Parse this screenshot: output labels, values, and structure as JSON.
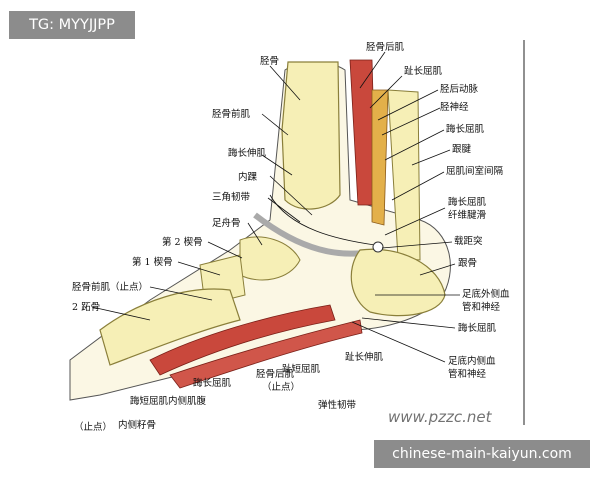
{
  "overlays": {
    "top_badge": "TG: MYYJJPP",
    "bottom_banner": "chinese-main-kaiyun.com",
    "watermark_site": "www.pzzc.net"
  },
  "labels": {
    "tibia": "胫骨",
    "tibialis_posterior": "胫骨后肌",
    "fdl": "趾长屈肌",
    "post_tibial_artery": "胫后动脉",
    "tibial_nerve": "胫神经",
    "fhl_upper": "踇长屈肌",
    "achilles": "跟腱",
    "septum": "屈肌间室间隔",
    "tibialis_anterior": "胫骨前肌",
    "ehl": "踇长伸肌",
    "medial_malleolus": "内踝",
    "deltoid": "三角韧带",
    "retinaculum_1": "踇长屈肌",
    "retinaculum_2": "纤维腱滑",
    "navicular": "足舟骨",
    "sustentaculum": "载距突",
    "cuneiform2": "第 2 楔骨",
    "cuneiform1": "第 1 楔骨",
    "calcaneus": "跟骨",
    "ta_insertion": "胫骨前肌（止点）",
    "lat_plantar_1": "足底外侧血",
    "lat_plantar_2": "管和神经",
    "metatarsal2": "2 跖骨",
    "fhl_right": "踇长屈肌",
    "fdb": "趾短屈肌",
    "fdl_bottom": "趾长伸肌",
    "med_plantar_1": "足底内侧血",
    "med_plantar_2": "管和神经",
    "fhl_bottom": "踇长屈肌",
    "tp_insertion_1": "胫骨后肌",
    "tp_insertion_2": "（止点）",
    "elastic_lig": "弹性韧带",
    "fhb": "踇短屈肌内侧肌腹",
    "stop_point": "（止点）",
    "sesamoid": "内侧籽骨"
  },
  "colors": {
    "bone": "#f6efb6",
    "bone_edge": "#8a7f3a",
    "muscle": "#c9483c",
    "tendon": "#dcdcd6",
    "overlay": "#8c8c8c"
  }
}
